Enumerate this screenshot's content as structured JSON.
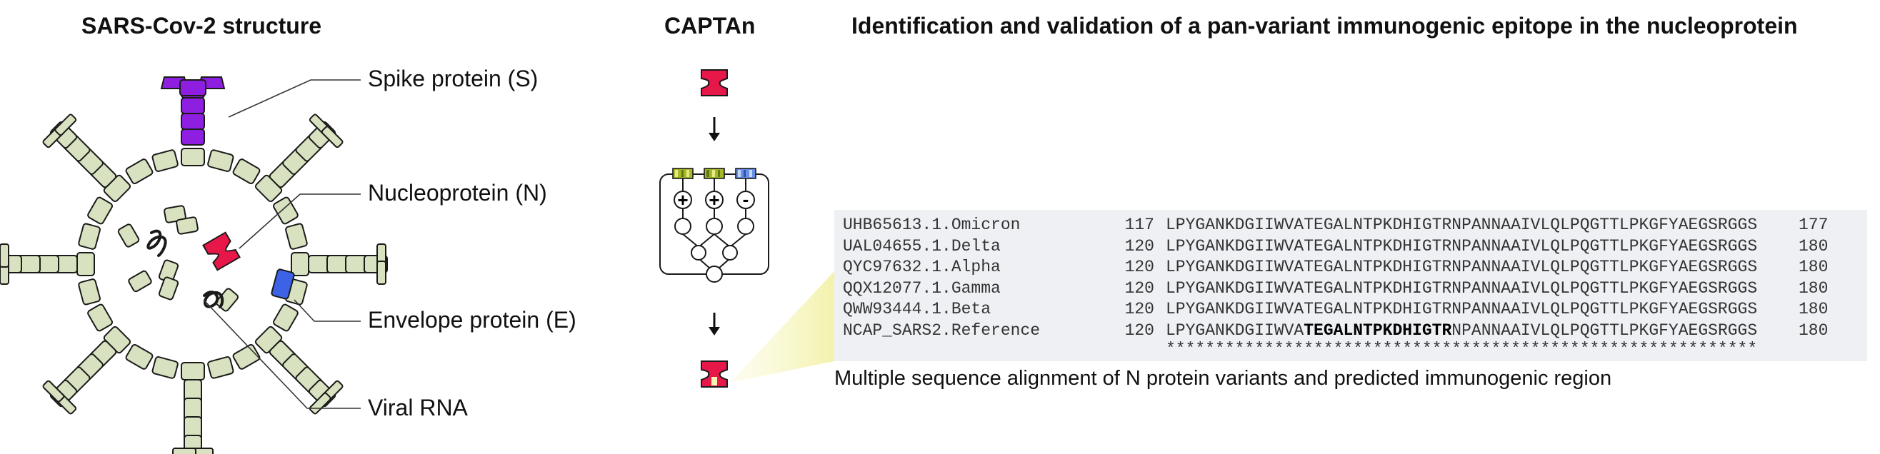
{
  "headings": {
    "structure": "SARS-Cov-2 structure",
    "captan": "CAPTAn",
    "identification": "Identification and validation of a pan-variant immunogenic epitope in the nucleoprotein"
  },
  "labels": {
    "spike": "Spike protein (S)",
    "nucleoprotein": "Nucleoprotein (N)",
    "envelope": "Envelope protein (E)",
    "rna": "Viral RNA"
  },
  "network": {
    "plus1": "+",
    "plus2": "+",
    "minus": "-"
  },
  "alignment": {
    "rows": [
      {
        "name": "UHB65613.1.Omicron",
        "start": "117",
        "pre": "LPYGANKDGIIWVATEGALNTPKDHIGTRNPANNAAIVLQLPQGTTLPKGFYAEGSRGGS",
        "bold": "",
        "post": "",
        "end": "177"
      },
      {
        "name": "UAL04655.1.Delta",
        "start": "120",
        "pre": "LPYGANKDGIIWVATEGALNTPKDHIGTRNPANNAAIVLQLPQGTTLPKGFYAEGSRGGS",
        "bold": "",
        "post": "",
        "end": "180"
      },
      {
        "name": "QYC97632.1.Alpha",
        "start": "120",
        "pre": "LPYGANKDGIIWVATEGALNTPKDHIGTRNPANNAAIVLQLPQGTTLPKGFYAEGSRGGS",
        "bold": "",
        "post": "",
        "end": "180"
      },
      {
        "name": "QQX12077.1.Gamma",
        "start": "120",
        "pre": "LPYGANKDGIIWVATEGALNTPKDHIGTRNPANNAAIVLQLPQGTTLPKGFYAEGSRGGS",
        "bold": "",
        "post": "",
        "end": "180"
      },
      {
        "name": "QWW93444.1.Beta",
        "start": "120",
        "pre": "LPYGANKDGIIWVATEGALNTPKDHIGTRNPANNAAIVLQLPQGTTLPKGFYAEGSRGGS",
        "bold": "",
        "post": "",
        "end": "180"
      },
      {
        "name": "NCAP_SARS2.Reference",
        "start": "120",
        "pre": "LPYGANKDGIIWVA",
        "bold": "TEGALNTPKDHIGTR",
        "post": "NPANNAAIVLQLPQGTTLPKGFYAEGSRGGS",
        "end": "180"
      }
    ],
    "consensus": "************************************************************",
    "caption": "Multiple sequence alignment of N protein variants and predicted immunogenic region"
  },
  "colors": {
    "spike": "#8e1fe0",
    "nucleoprotein": "#e8174a",
    "envelope": "#3c63e6",
    "membrane": "#d8e2c0",
    "outline": "#1a1a1a",
    "highlight": "#f7f6b0",
    "box": "#eef0f4"
  }
}
